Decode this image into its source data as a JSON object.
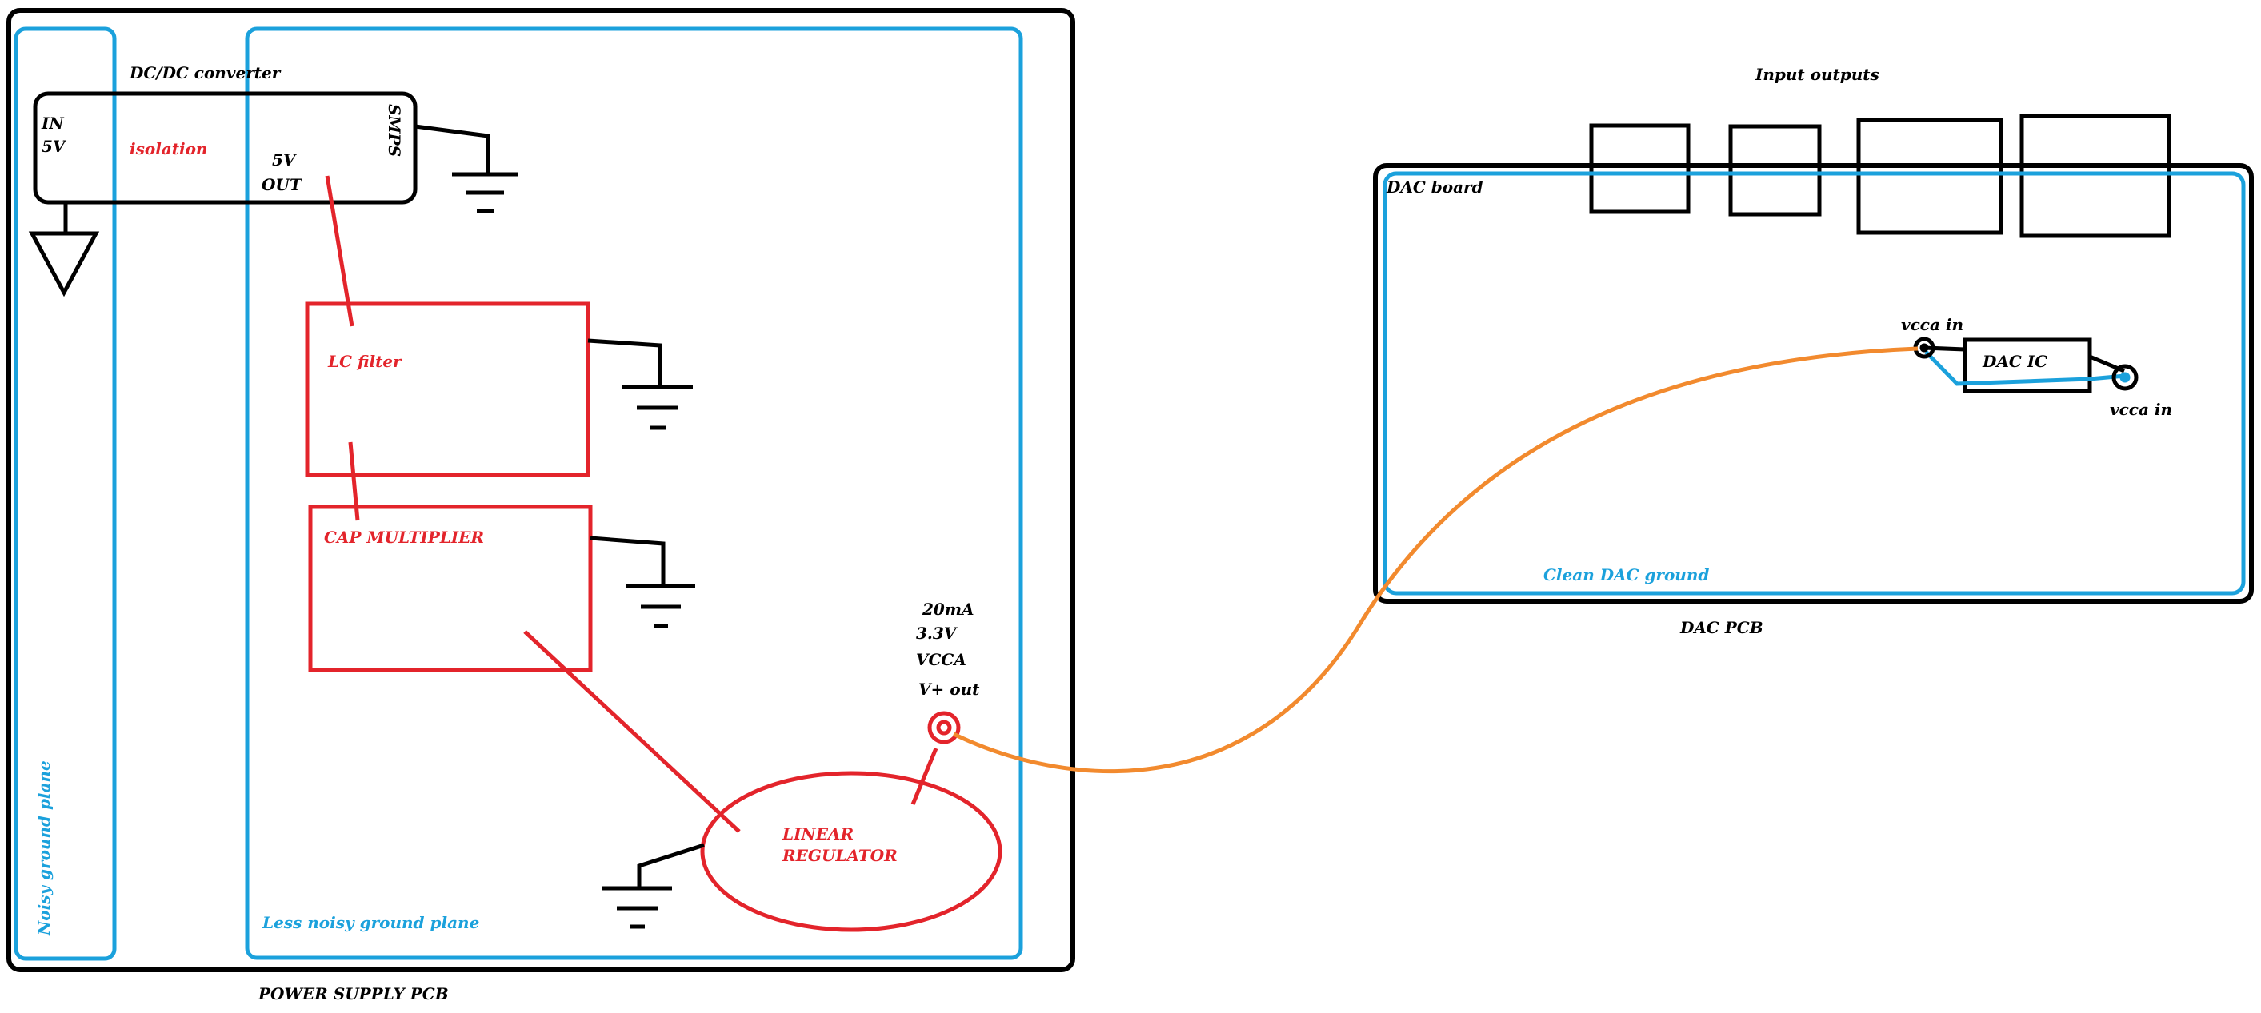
{
  "colors": {
    "black": "#000000",
    "red": "#e3242b",
    "blue": "#1ba1dc",
    "orange": "#f28a2e",
    "background": "#ffffff"
  },
  "power_pcb": {
    "title": "POWER SUPPLY PCB",
    "noisy_plane_label": "Noisy ground plane",
    "less_noisy_plane_label": "Less noisy ground plane",
    "dcdc": {
      "title": "DC/DC converter",
      "in_label": "IN",
      "in_voltage": "5V",
      "isolation_label": "isolation",
      "out_voltage": "5V",
      "out_label": "OUT",
      "smps_label": "SMPS"
    },
    "lc_filter_label": "LC filter",
    "cap_multiplier_label": "CAP MULTIPLIER",
    "linear_regulator_line1": "LINEAR",
    "linear_regulator_line2": "REGULATOR",
    "output": {
      "current": "20mA",
      "voltage": "3.3V",
      "rail": "VCCA",
      "terminal": "V+ out"
    }
  },
  "dac_pcb": {
    "title": "DAC PCB",
    "board_label": "DAC board",
    "io_label": "Input outputs",
    "clean_ground_label": "Clean DAC ground",
    "dac_ic_label": "DAC IC",
    "vcca_in_top": "vcca in",
    "vcca_in_right": "vcca in"
  },
  "icons": [
    "ground-symbol-icon",
    "terminal-icon",
    "triangle-icon"
  ]
}
